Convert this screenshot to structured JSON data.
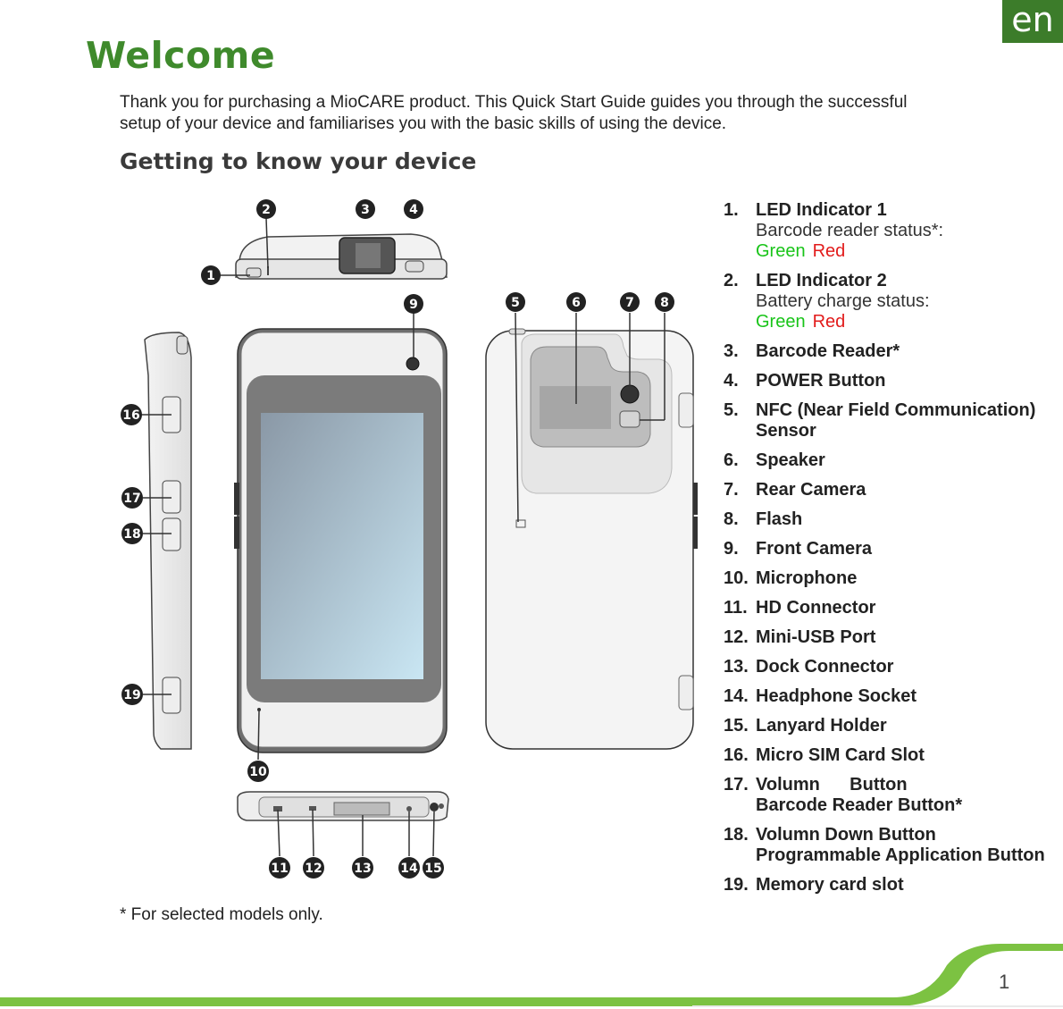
{
  "lang_tab": "en",
  "title": "Welcome",
  "intro": "Thank you for purchasing a MioCARE product. This Quick Start Guide guides you through the successful setup of your device and familiarises you with the basic skills of using the device.",
  "subtitle": "Getting to know your device",
  "callouts": [
    "1",
    "2",
    "3",
    "4",
    "5",
    "6",
    "7",
    "8",
    "9",
    "10",
    "11",
    "12",
    "13",
    "14",
    "15",
    "16",
    "17",
    "18",
    "19"
  ],
  "parts": [
    {
      "num": "1.",
      "name": "LED Indicator 1",
      "desc": "Barcode reader status*:",
      "green": "Green",
      "red": "Red"
    },
    {
      "num": "2.",
      "name": "LED Indicator 2",
      "desc": "Battery charge status:",
      "green": "Green",
      "red": "Red"
    },
    {
      "num": "3.",
      "name": "Barcode Reader*"
    },
    {
      "num": "4.",
      "name": "POWER Button"
    },
    {
      "num": "5.",
      "name": "NFC (Near Field Communication) Sensor"
    },
    {
      "num": "6.",
      "name": "Speaker"
    },
    {
      "num": "7.",
      "name": "Rear Camera"
    },
    {
      "num": "8.",
      "name": "Flash"
    },
    {
      "num": "9.",
      "name": "Front Camera"
    },
    {
      "num": "10.",
      "name": "Microphone"
    },
    {
      "num": "11.",
      "name": "HD Connector"
    },
    {
      "num": "12.",
      "name": "Mini-USB Port"
    },
    {
      "num": "13.",
      "name": "Dock Connector"
    },
    {
      "num": "14.",
      "name": "Headphone Socket"
    },
    {
      "num": "15.",
      "name": "Lanyard Holder"
    },
    {
      "num": "16.",
      "name": "Micro SIM Card Slot"
    },
    {
      "num": "17.",
      "name": "Volumn      Button",
      "desc": "Barcode Reader Button*",
      "desc_bold": true
    },
    {
      "num": "18.",
      "name": "Volumn Down Button",
      "desc": "Programmable Application Button",
      "desc_bold": true
    },
    {
      "num": "19.",
      "name": "Memory card slot"
    }
  ],
  "footnote": "* For selected models only.",
  "page_number": "1",
  "colors": {
    "brand_green": "#3f8a2c",
    "lime": "#7cc242",
    "led_green": "#19c419",
    "led_red": "#e21b1b"
  }
}
